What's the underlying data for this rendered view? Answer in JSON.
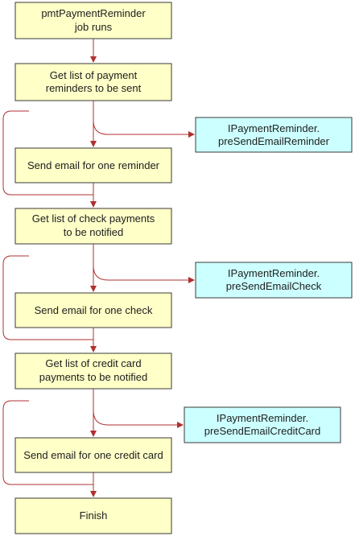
{
  "colors": {
    "process_fill": "#ffffc8",
    "process_stroke": "#3a3a3a",
    "hook_fill": "#ccffff",
    "hook_stroke": "#3a3a3a",
    "arrow": "#b03030"
  },
  "nodes": {
    "job_runs": {
      "line1": "pmtPaymentReminder",
      "line2": "job runs"
    },
    "get_reminders": {
      "line1": "Get list of payment",
      "line2": "reminders to be sent"
    },
    "send_reminder": {
      "line1": "Send email for one reminder"
    },
    "get_checks": {
      "line1": "Get list of check payments",
      "line2": "to be notified"
    },
    "send_check": {
      "line1": "Send email for one check"
    },
    "get_credit": {
      "line1": "Get list of credit card",
      "line2": "payments to be notified"
    },
    "send_credit": {
      "line1": "Send email for one credit card"
    },
    "finish": {
      "line1": "Finish"
    },
    "hook_reminder": {
      "line1": "IPaymentReminder.",
      "line2": "preSendEmailReminder"
    },
    "hook_check": {
      "line1": "IPaymentReminder.",
      "line2": "preSendEmailCheck"
    },
    "hook_credit": {
      "line1": "IPaymentReminder.",
      "line2": "preSendEmailCreditCard"
    }
  }
}
